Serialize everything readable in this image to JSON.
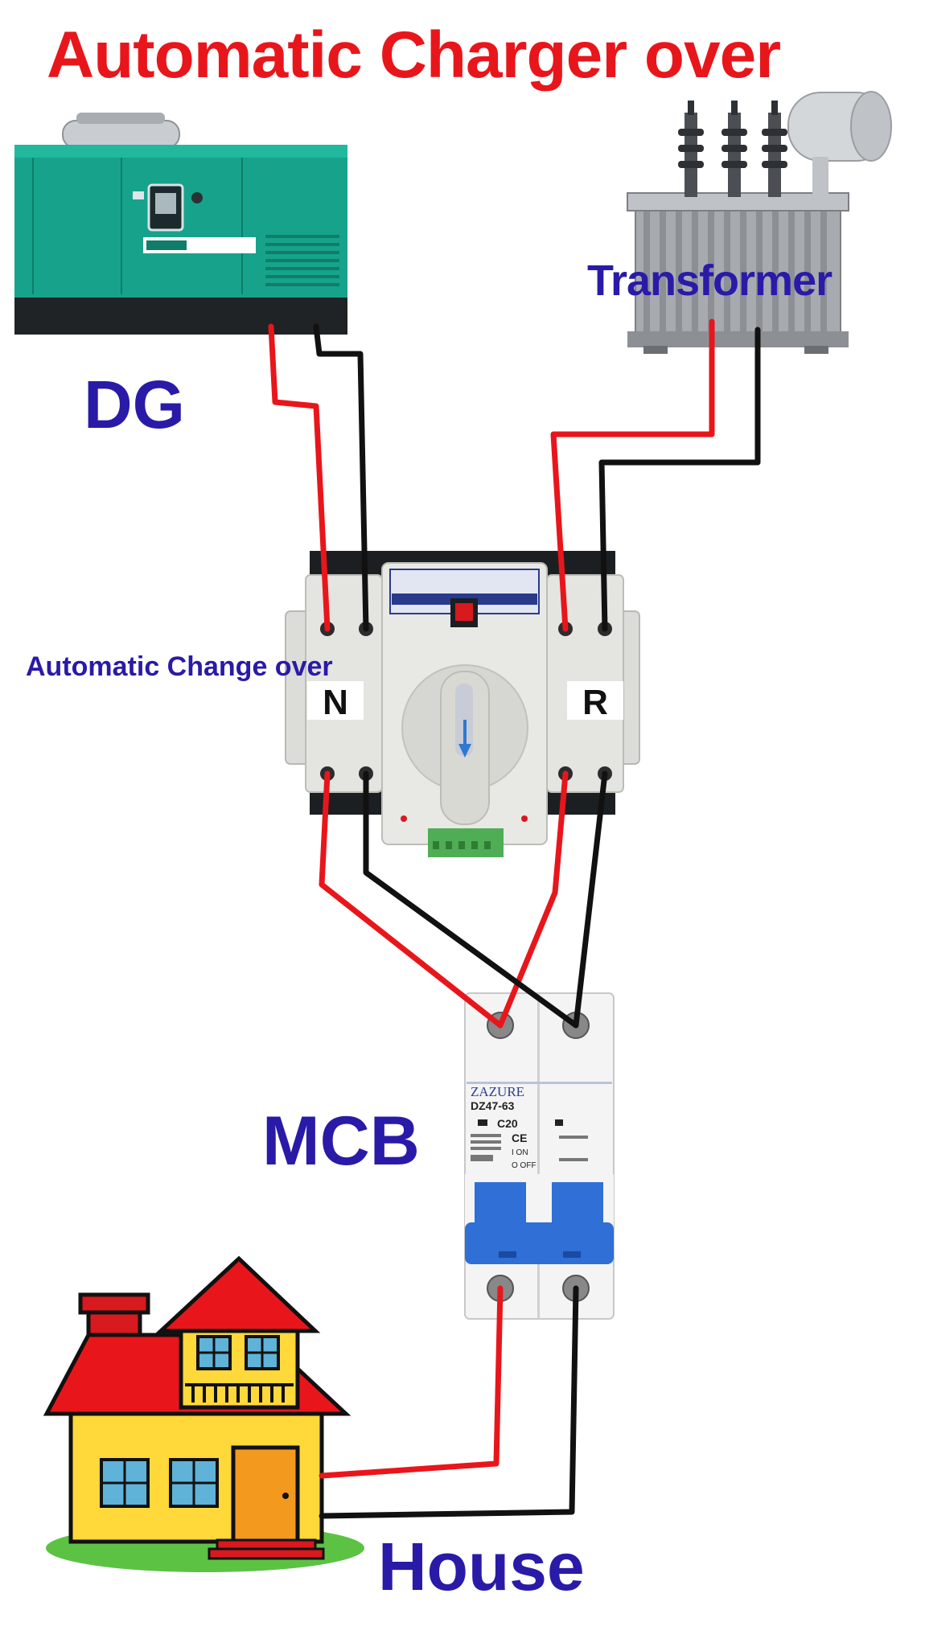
{
  "title": "Automatic Charger over",
  "labels": {
    "dg": "DG",
    "transformer": "Transformer",
    "ato": "Automatic Change over",
    "mcb": "MCB",
    "house": "House"
  },
  "ato_device": {
    "terminal_left": "N",
    "terminal_right": "R"
  },
  "mcb_device": {
    "brand": "ZAZURE",
    "model": "DZ47-63",
    "rating": "C20",
    "marking_ce": "CE",
    "marking_on": "I ON",
    "marking_off": "O OFF"
  },
  "colors": {
    "title": "#e8161b",
    "label": "#2a1aa8",
    "phase_wire": "#e8161b",
    "neutral_wire": "#111111",
    "generator": "#16a089",
    "mcb_toggle": "#2f6fd6",
    "house_roof": "#e8161b",
    "house_wall": "#ffd83a"
  },
  "icons": [
    "generator-icon",
    "transformer-icon",
    "changeover-switch-icon",
    "mcb-icon",
    "house-icon"
  ]
}
